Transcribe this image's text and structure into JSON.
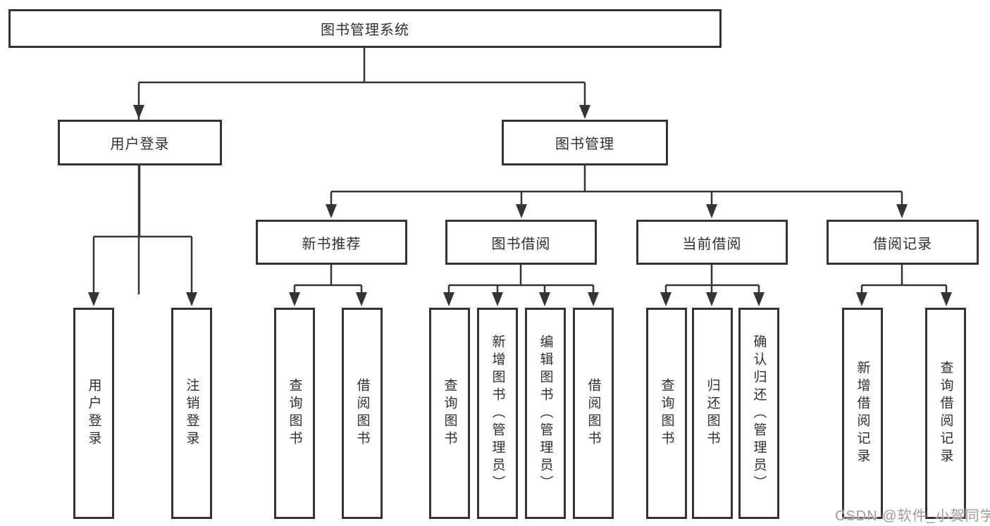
{
  "diagram": {
    "type": "hierarchy-tree",
    "colors": {
      "background": "#ffffff",
      "line": "#343434",
      "box_border": "#343434",
      "box_fill": "#ffffff",
      "text": "#2f2f2f",
      "watermark_text": "#9c9c9c"
    },
    "tree": {
      "root": "图书管理系统",
      "branches": [
        {
          "label": "用户登录",
          "children": [
            "用户登录",
            "注销登录"
          ]
        },
        {
          "label": "图书管理",
          "children": [
            {
              "label": "新书推荐",
              "children": [
                "查询图书",
                "借阅图书"
              ]
            },
            {
              "label": "图书借阅",
              "children": [
                "查询图书",
                "新增图书（管理员）",
                "编辑图书（管理员）",
                "借阅图书"
              ]
            },
            {
              "label": "当前借阅",
              "children": [
                "查询图书",
                "归还图书",
                "确认归还（管理员）"
              ]
            },
            {
              "label": "借阅记录",
              "children": [
                "新增借阅记录",
                "查询借阅记录"
              ]
            }
          ]
        }
      ]
    },
    "watermark": {
      "text": "CSDN @软件_小贺同学"
    }
  }
}
